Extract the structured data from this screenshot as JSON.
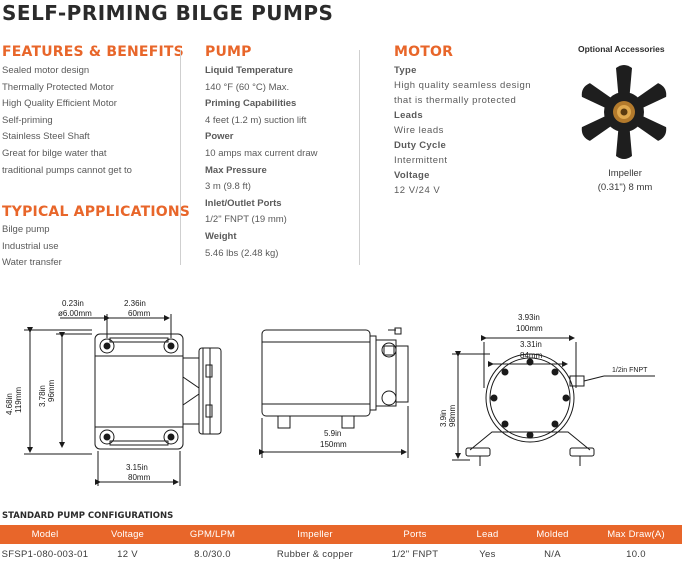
{
  "title": "SELF-PRIMING BILGE PUMPS",
  "features": {
    "heading": "FEATURES & BENEFITS",
    "items": [
      "Sealed motor design",
      "Thermally Protected Motor",
      "High Quality Efficient Motor",
      "Self-priming",
      "Stainless Steel Shaft",
      "Great for bilge water that",
      "traditional pumps cannot get to"
    ]
  },
  "applications": {
    "heading": "TYPICAL APPLICATIONS",
    "items": [
      "Bilge pump",
      "Industrial use",
      "Water transfer"
    ]
  },
  "pump": {
    "heading": "PUMP",
    "specs": [
      {
        "label": "Liquid Temperature",
        "value": "140 °F (60 °C) Max."
      },
      {
        "label": "Priming Capabilities",
        "value": "4 feet (1.2 m) suction lift"
      },
      {
        "label": "Power",
        "value": "10 amps max current draw"
      },
      {
        "label": "Max Pressure",
        "value": "3 m (9.8 ft)"
      },
      {
        "label": "Inlet/Outlet Ports",
        "value": "1/2\" FNPT (19 mm)"
      },
      {
        "label": "Weight",
        "value": "5.46 lbs (2.48 kg)"
      }
    ]
  },
  "motor": {
    "heading": "MOTOR",
    "specs": [
      {
        "label": "Type",
        "value": [
          "High quality seamless design",
          "that is thermally protected"
        ]
      },
      {
        "label": "Leads",
        "value": [
          "Wire leads"
        ]
      },
      {
        "label": "Duty Cycle",
        "value": [
          "Intermittent"
        ]
      },
      {
        "label": "Voltage",
        "value": [
          "12 V/24 V"
        ]
      }
    ]
  },
  "accessories": {
    "title": "Optional Accessories",
    "caption_line1": "Impeller",
    "caption_line2": "(0.31\") 8 mm"
  },
  "dimensions": {
    "d_023": "0.23in",
    "d_6mm": "ø6.00mm",
    "d_236": "2.36in",
    "d_60": "60mm",
    "d_468": "4.68in",
    "d_119": "119mm",
    "d_378": "3.78in",
    "d_96": "96mm",
    "d_315": "3.15in",
    "d_80": "80mm",
    "d_59": "5.9in",
    "d_150": "150mm",
    "d_393": "3.93in",
    "d_100": "100mm",
    "d_331": "3.31in",
    "d_84": "84mm",
    "d_39": "3.9in",
    "d_98": "98mm",
    "fnpt": "1/2in FNPT"
  },
  "table": {
    "title": "STANDARD PUMP CONFIGURATIONS",
    "headers": [
      "Model",
      "Voltage",
      "GPM/LPM",
      "Impeller",
      "Ports",
      "Lead",
      "Molded",
      "Max Draw(A)"
    ],
    "rows": [
      [
        "SFSP1-080-003-01",
        "12 V",
        "8.0/30.0",
        "Rubber & copper",
        "1/2\" FNPT",
        "Yes",
        "N/A",
        "10.0"
      ]
    ]
  },
  "colors": {
    "accent": "#e8662a",
    "text": "#5a5a5a",
    "heading": "#2b2b2b"
  }
}
